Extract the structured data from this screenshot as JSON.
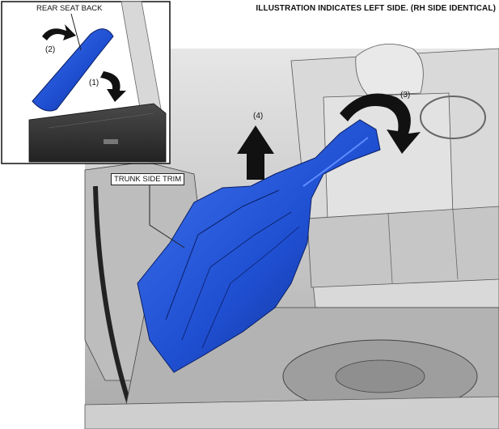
{
  "header_note": "ILLUSTRATION INDICATES LEFT SIDE. (RH SIDE IDENTICAL)",
  "labels": {
    "rear_seat_back": "REAR SEAT BACK",
    "trunk_side_trim": "TRUNK SIDE TRIM"
  },
  "steps": {
    "s1": "(1)",
    "s2": "(2)",
    "s3": "(3)",
    "s4": "(4)"
  },
  "colors": {
    "part_blue": "#1f4fd1",
    "part_blue_dark": "#0f2c8a",
    "interior_gray": "#cfcfcf",
    "line": "#222222"
  }
}
